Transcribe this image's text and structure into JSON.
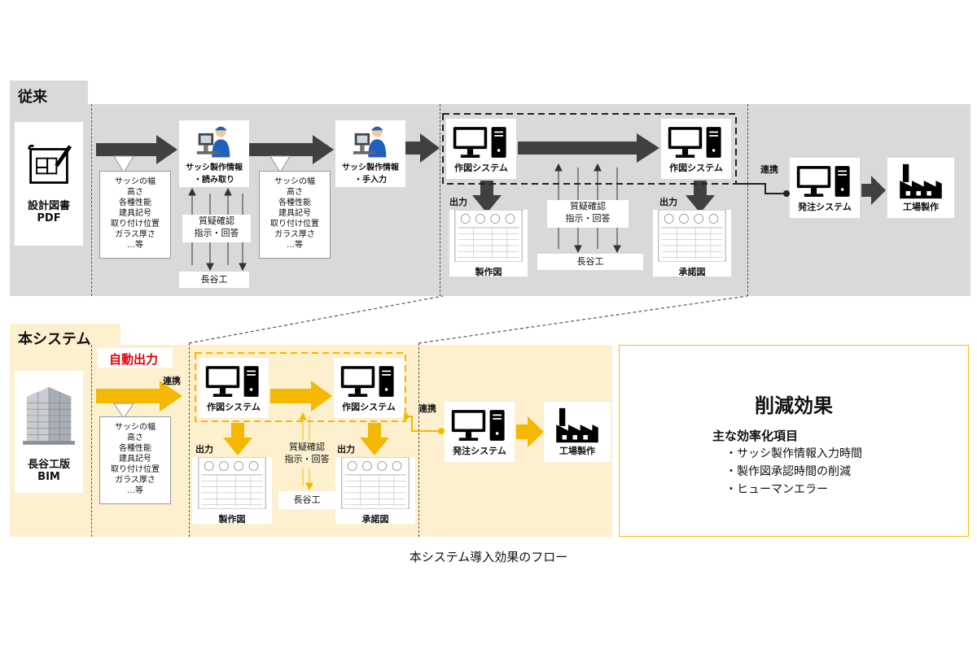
{
  "legacy": {
    "tab_label": "従来",
    "source_doc": {
      "line1": "設計図書",
      "line2": "PDF",
      "icon": "blueprint-icon"
    },
    "manual_read": {
      "line1": "サッシ製作情報",
      "line2": "・読み取り",
      "icon": "operator-icon"
    },
    "manual_input": {
      "line1": "サッシ製作情報",
      "line2": "・手入力",
      "icon": "operator-icon"
    },
    "info_items": [
      "サッシの幅",
      "高さ",
      "各種性能",
      "建具記号",
      "取り付け位置",
      "ガラス厚さ",
      "…等"
    ],
    "qa_label_1": "質疑確認",
    "qa_label_2": "指示・回答",
    "hasetani": "長谷工",
    "drawing_system_1": "作図システム",
    "drawing_system_2": "作図システム",
    "output_label": "出力",
    "seisakuzu": "製作図",
    "shodakuzu": "承諾図",
    "renkei": "連携",
    "order_system": "発注システム",
    "factory": "工場製作"
  },
  "new_system": {
    "tab_label": "本システム",
    "auto_output": "自動出力",
    "source_doc": {
      "line1": "長谷工版",
      "line2": "BIM",
      "icon": "building-icon"
    },
    "info_items": [
      "サッシの幅",
      "高さ",
      "各種性能",
      "建具記号",
      "取り付け位置",
      "ガラス厚さ",
      "…等"
    ],
    "renkei": "連携",
    "drawing_system_1": "作図システム",
    "drawing_system_2": "作図システム",
    "output_label": "出力",
    "qa_label_1": "質疑確認",
    "qa_label_2": "指示・回答",
    "hasetani": "長谷工",
    "seisakuzu": "製作図",
    "shodakuzu": "承諾図",
    "order_system": "発注システム",
    "factory": "工場製作"
  },
  "effects": {
    "title": "削減効果",
    "subtitle": "主な効率化項目",
    "items": [
      "・サッシ製作情報入力時間",
      "・製作図承認時間の削減",
      "・ヒューマンエラー"
    ]
  },
  "caption": "本システム導入効果のフロー",
  "colors": {
    "gray_band": "#d9d9d9",
    "yellow_band": "#fdf0cf",
    "dark_arrow": "#404040",
    "yellow_arrow": "#f5b800",
    "accent_red": "#e00000"
  }
}
